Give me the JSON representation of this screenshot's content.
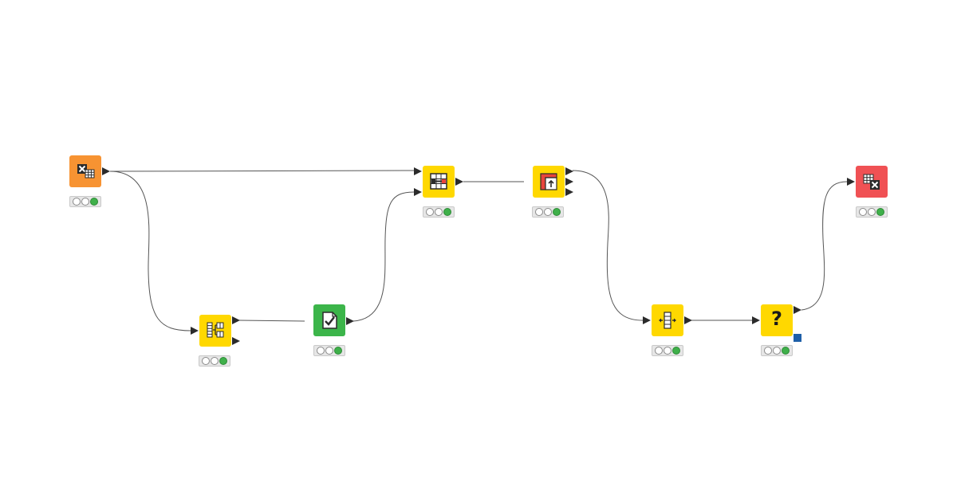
{
  "workflow": {
    "background": "#ffffff",
    "connection_color": "#555555",
    "nodes": [
      {
        "id": "excel-reader",
        "icon": "excel-reader-icon",
        "color": "#f79332",
        "status": "executed"
      },
      {
        "id": "column-splitter",
        "icon": "column-splitter-icon",
        "color": "#ffd800",
        "status": "executed"
      },
      {
        "id": "table-validator",
        "icon": "table-validator-icon",
        "color": "#3cb54a",
        "status": "executed"
      },
      {
        "id": "joiner",
        "icon": "joiner-icon",
        "color": "#ffd800",
        "status": "executed"
      },
      {
        "id": "reference-row-filter",
        "icon": "reference-filter-icon",
        "color": "#ffd800",
        "status": "executed"
      },
      {
        "id": "pivot",
        "icon": "pivot-icon",
        "color": "#ffd800",
        "status": "executed"
      },
      {
        "id": "missing-value",
        "icon": "question-mark-icon",
        "label": "?",
        "color": "#ffd800",
        "status": "executed"
      },
      {
        "id": "excel-writer",
        "icon": "excel-writer-icon",
        "color": "#f05154",
        "status": "executed"
      }
    ]
  }
}
